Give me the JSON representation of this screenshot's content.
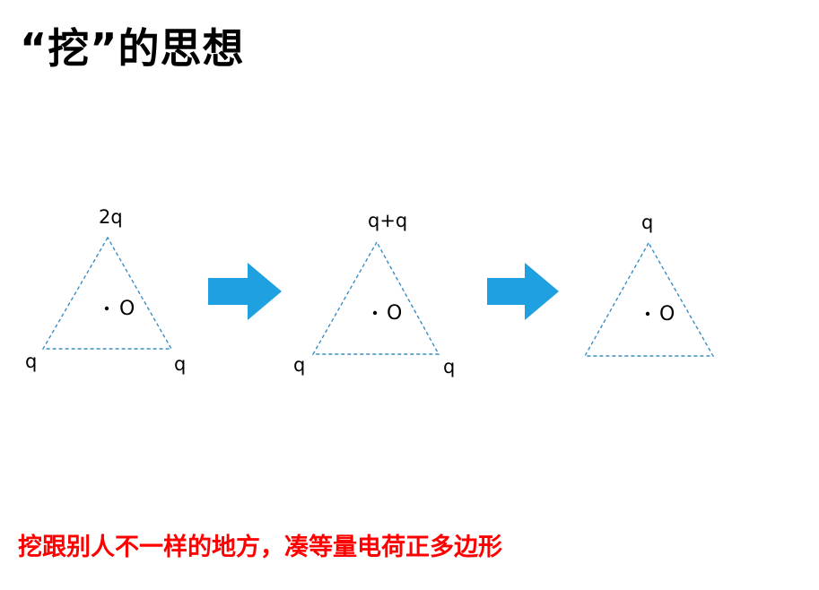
{
  "title": "“挖”的思想",
  "diagrams": [
    {
      "top_label": "2q",
      "left_label": "q",
      "right_label": "q",
      "center_label": "O"
    },
    {
      "top_label": "q+q",
      "left_label": "q",
      "right_label": "q",
      "center_label": "O"
    },
    {
      "top_label": "q",
      "center_label": "O"
    }
  ],
  "note": "挖跟别人不一样的地方，凑等量电荷正多边形",
  "colors": {
    "title": "#000000",
    "triangle": "#3a8fc4",
    "arrow": "#1fa0e0",
    "note": "#ff0000"
  },
  "icons": [
    "right-arrow-icon",
    "right-arrow-icon"
  ]
}
